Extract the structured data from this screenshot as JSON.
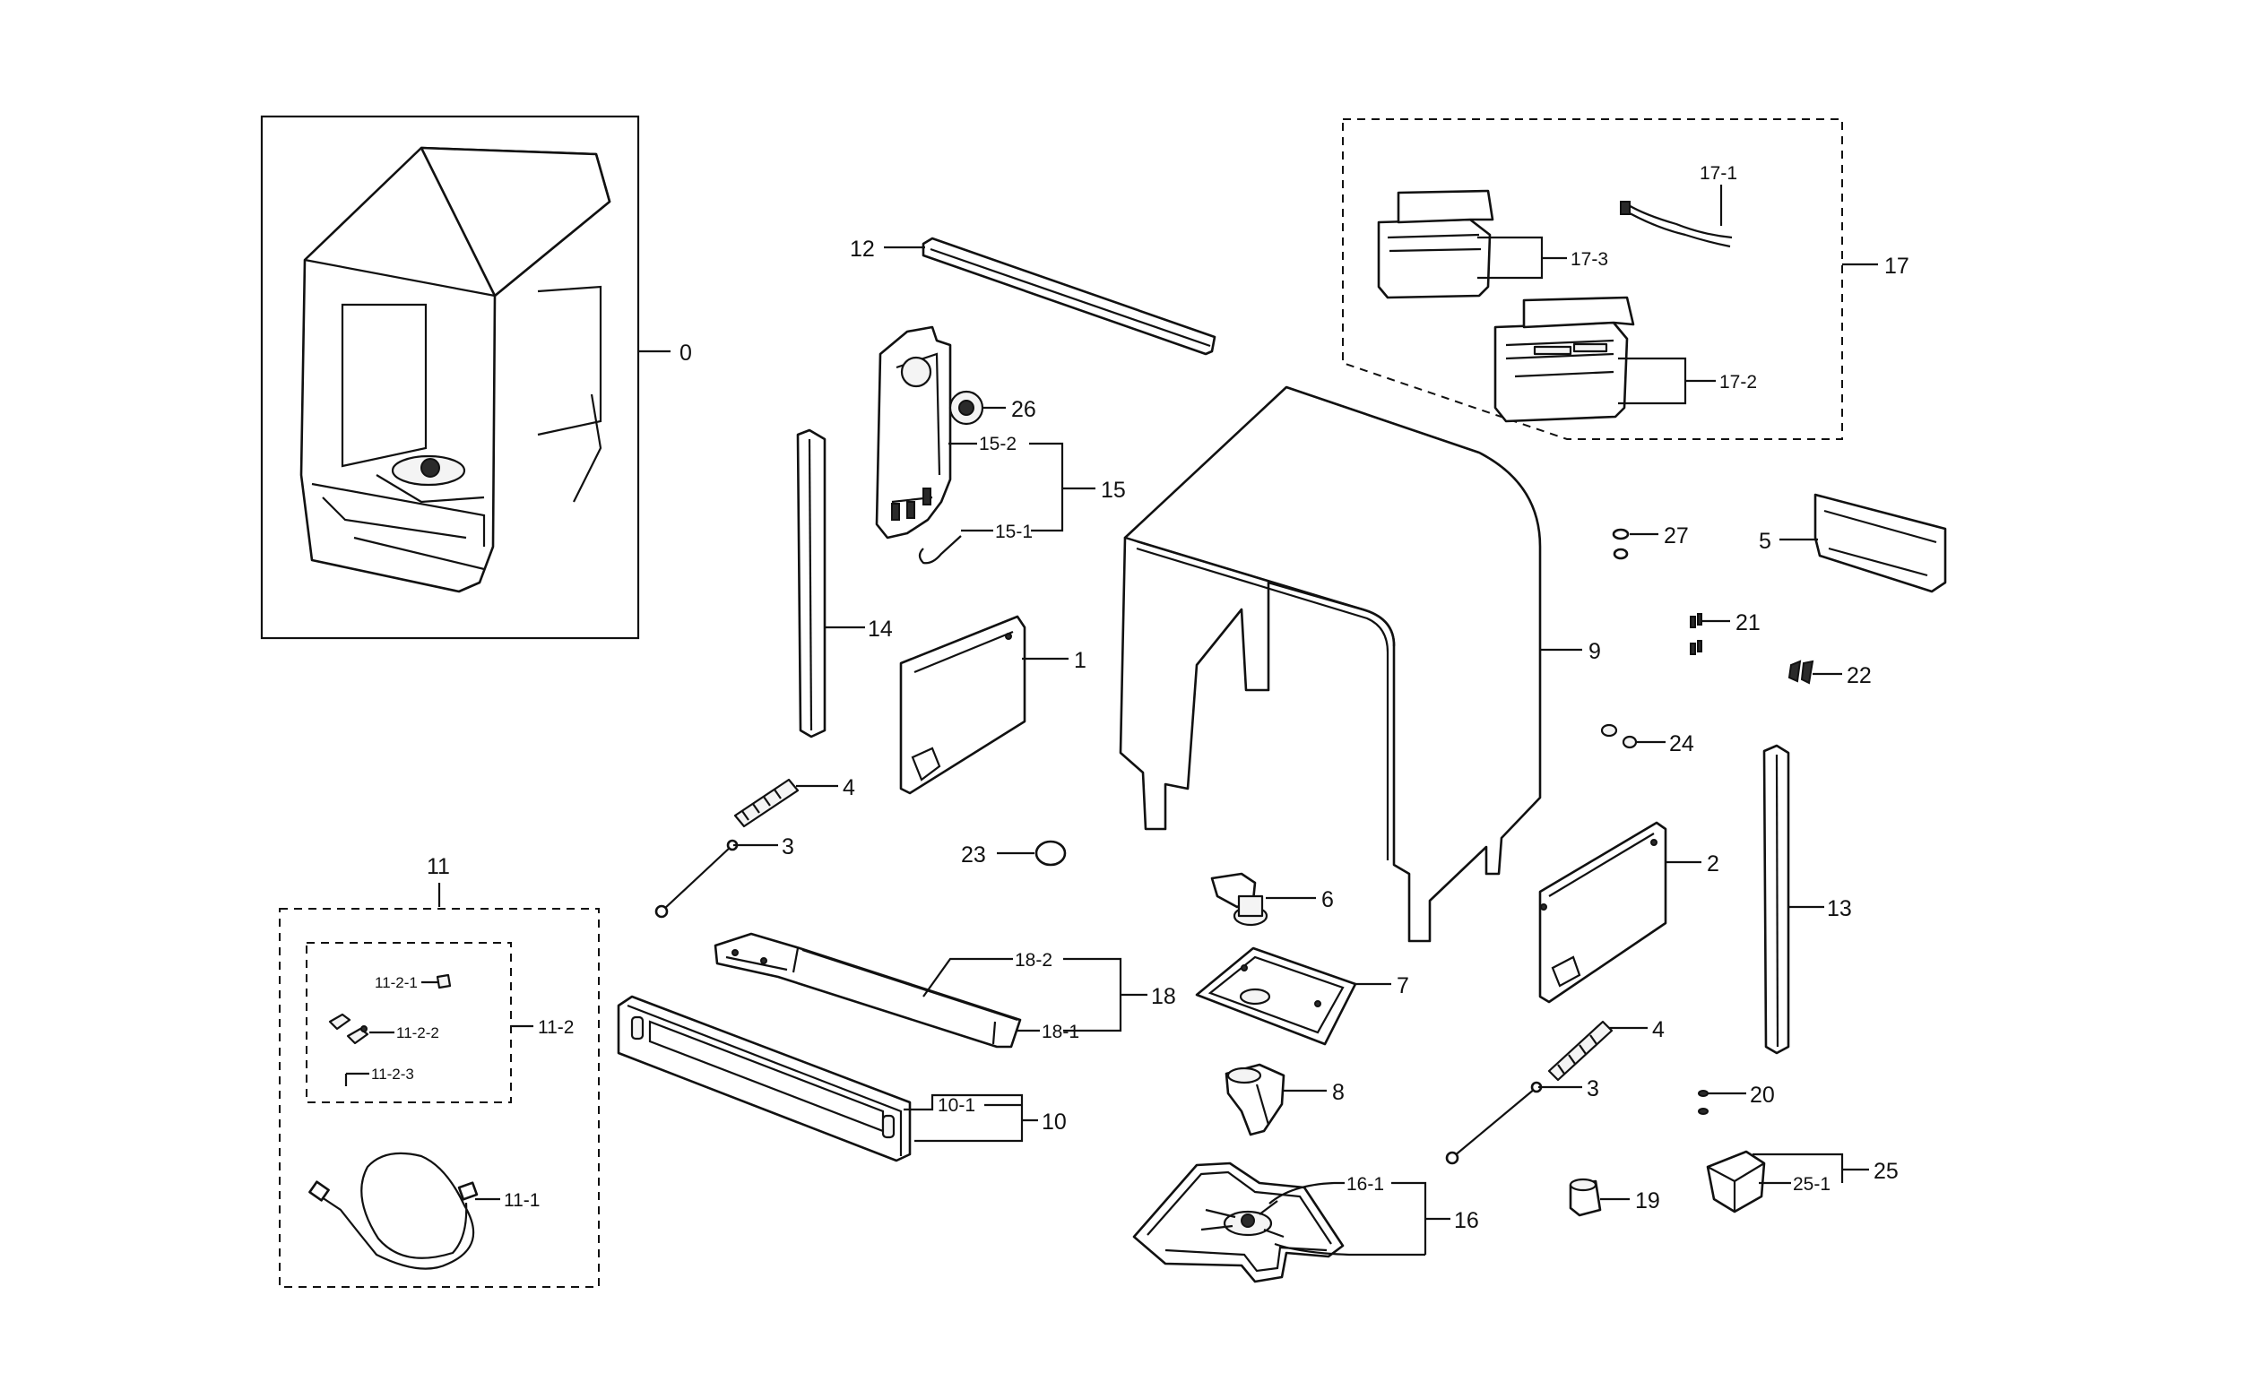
{
  "labels": {
    "p0": "0",
    "p1": "1",
    "p2": "2",
    "p3a": "3",
    "p3b": "3",
    "p4a": "4",
    "p4b": "4",
    "p5": "5",
    "p6": "6",
    "p7": "7",
    "p8": "8",
    "p9": "9",
    "p10": "10",
    "p10_1": "10-1",
    "p11": "11",
    "p11_1": "11-1",
    "p11_2": "11-2",
    "p11_2_1": "11-2-1",
    "p11_2_2": "11-2-2",
    "p11_2_3": "11-2-3",
    "p12": "12",
    "p13": "13",
    "p14": "14",
    "p15": "15",
    "p15_1": "15-1",
    "p15_2": "15-2",
    "p16": "16",
    "p16_1": "16-1",
    "p17": "17",
    "p17_1": "17-1",
    "p17_2": "17-2",
    "p17_3": "17-3",
    "p18": "18",
    "p18_1": "18-1",
    "p18_2": "18-2",
    "p19": "19",
    "p20": "20",
    "p21": "21",
    "p22": "22",
    "p23": "23",
    "p24": "24",
    "p25": "25",
    "p25_1": "25-1",
    "p26": "26",
    "p27": "27"
  }
}
